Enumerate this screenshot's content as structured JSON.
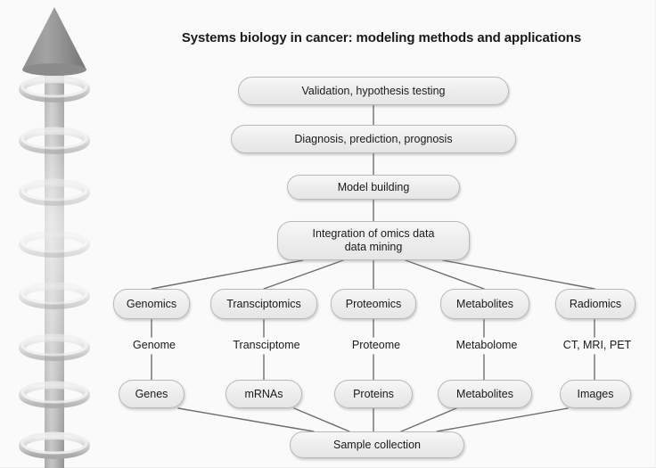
{
  "title": "Systems biology in cancer: modeling methods and applications",
  "colors": {
    "background": "#fafafa",
    "node_fill": "#efefef",
    "node_border": "#b9b9b9",
    "connector": "#6e6e6e",
    "text": "#1a1a1a",
    "arrow_gray": "#8c8c8c"
  },
  "arrow": {
    "name": "upward-progress-arrow",
    "direction": "up",
    "ring_count": 8
  },
  "flow": {
    "top_chain": [
      {
        "id": "validation",
        "label": "Validation, hypothesis testing"
      },
      {
        "id": "diagnosis",
        "label": "Diagnosis, prediction, prognosis"
      },
      {
        "id": "model-building",
        "label": "Model building"
      },
      {
        "id": "integration",
        "label": "Integration of omics data\ndata mining",
        "line1": "Integration of omics data",
        "line2": "data mining"
      }
    ],
    "omics_columns": [
      {
        "id": "genomics",
        "method": "Genomics",
        "data_type": "Genome",
        "entity": "Genes"
      },
      {
        "id": "transciptomics",
        "method": "Transciptomics",
        "data_type": "Transciptome",
        "entity": "mRNAs"
      },
      {
        "id": "proteomics",
        "method": "Proteomics",
        "data_type": "Proteome",
        "entity": "Proteins"
      },
      {
        "id": "metabolites",
        "method": "Metabolites",
        "data_type": "Metabolome",
        "entity": "Metabolites"
      },
      {
        "id": "radiomics",
        "method": "Radiomics",
        "data_type": "CT, MRI, PET",
        "entity": "Images"
      }
    ],
    "bottom": {
      "id": "sample-collection",
      "label": "Sample collection"
    }
  }
}
